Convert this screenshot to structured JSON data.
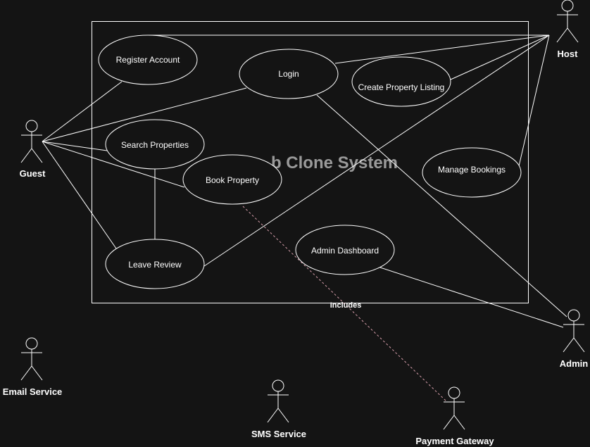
{
  "system": {
    "title": "b Clone System"
  },
  "actors": {
    "guest": "Guest",
    "host": "Host",
    "admin": "Admin",
    "email": "Email Service",
    "sms": "SMS Service",
    "payment": "Payment Gateway"
  },
  "use_cases": {
    "register": "Register Account",
    "login": "Login",
    "create_listing": "Create Property Listing",
    "search": "Search Properties",
    "book": "Book Property",
    "manage_bookings": "Manage Bookings",
    "admin_dashboard": "Admin Dashboard",
    "leave_review": "Leave Review"
  },
  "relations": {
    "includes_label": "Includes"
  },
  "colors": {
    "background": "#141414",
    "stroke": "#ffffff",
    "include_line": "#d9a0ad",
    "watermark": "#9a9a9a"
  }
}
